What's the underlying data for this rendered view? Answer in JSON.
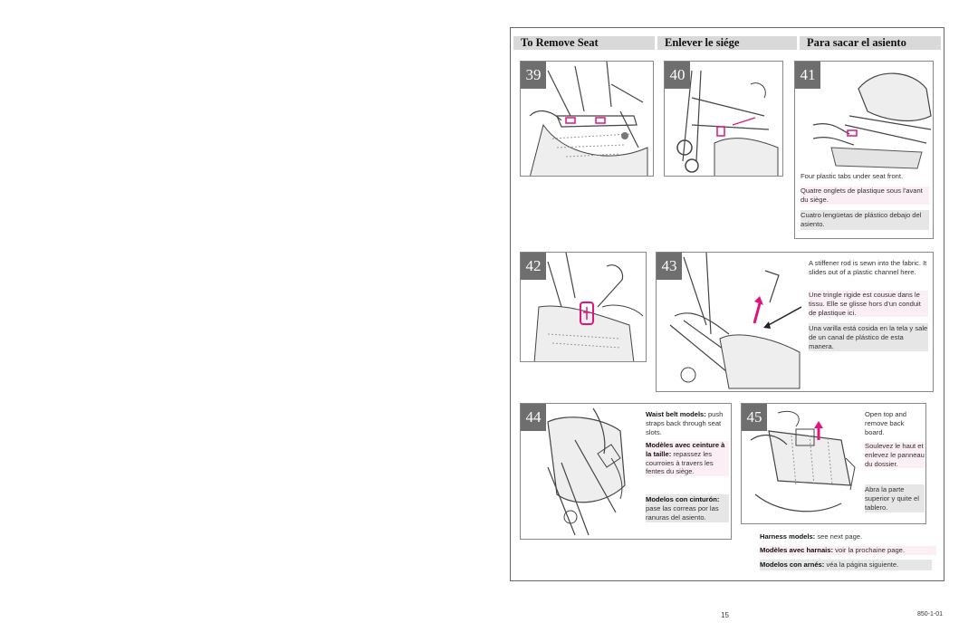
{
  "headers": {
    "english": "To Remove Seat",
    "french": "Enlever le siége",
    "spanish": "Para sacar el asiento"
  },
  "steps": {
    "s39": "39",
    "s40": "40",
    "s41": "41",
    "s42": "42",
    "s43": "43",
    "s44": "44",
    "s45": "45"
  },
  "step41": {
    "en": "Four plastic tabs under seat front.",
    "fr": "Quatre onglets de plastique sous l'avant du siège.",
    "es": "Cuatro lengüetas de plástico debajo del asiento."
  },
  "step43": {
    "en": "A stiffener rod is sewn into the fabric. It slides out of a plastic channel here.",
    "fr": "Une tringle rigide est cousue dans le tissu. Elle se glisse hors d'un conduit de plastique ici.",
    "es": "Una varilla está cosida en la tela y sale de un canal de plástico de esta manera."
  },
  "step44": {
    "en_bold": "Waist belt models:",
    "en_text": "push straps back through seat slots.",
    "fr_bold": "Modèles avec ceinture à la taille:",
    "fr_text": "repassez les courroies à travers les fentes du siège.",
    "es_bold": "Modelos con cinturón:",
    "es_text": "pase las correas por las ranuras del asiento."
  },
  "step45": {
    "en": "Open top and remove back board.",
    "fr": "Soulevez le haut et enlevez le panneau du dossier.",
    "es": "Abra la parte superior y quite el tablero."
  },
  "harness": {
    "en_bold": "Harness models:",
    "en_text": "see next page.",
    "fr_bold": "Modèles avec harnais:",
    "fr_text": "voir la prochaine page.",
    "es_bold": "Modelos con arnés:",
    "es_text": "véa la página siguiente."
  },
  "footer": {
    "page_number": "15",
    "doc_code": "850-1-01"
  },
  "colors": {
    "header_bg": "#d9d9d9",
    "step_badge": "#6e6e6e",
    "highlight_pink": "#e0147a",
    "spanish_shade": "#e6e6e6",
    "french_tint": "#fbeef4"
  }
}
